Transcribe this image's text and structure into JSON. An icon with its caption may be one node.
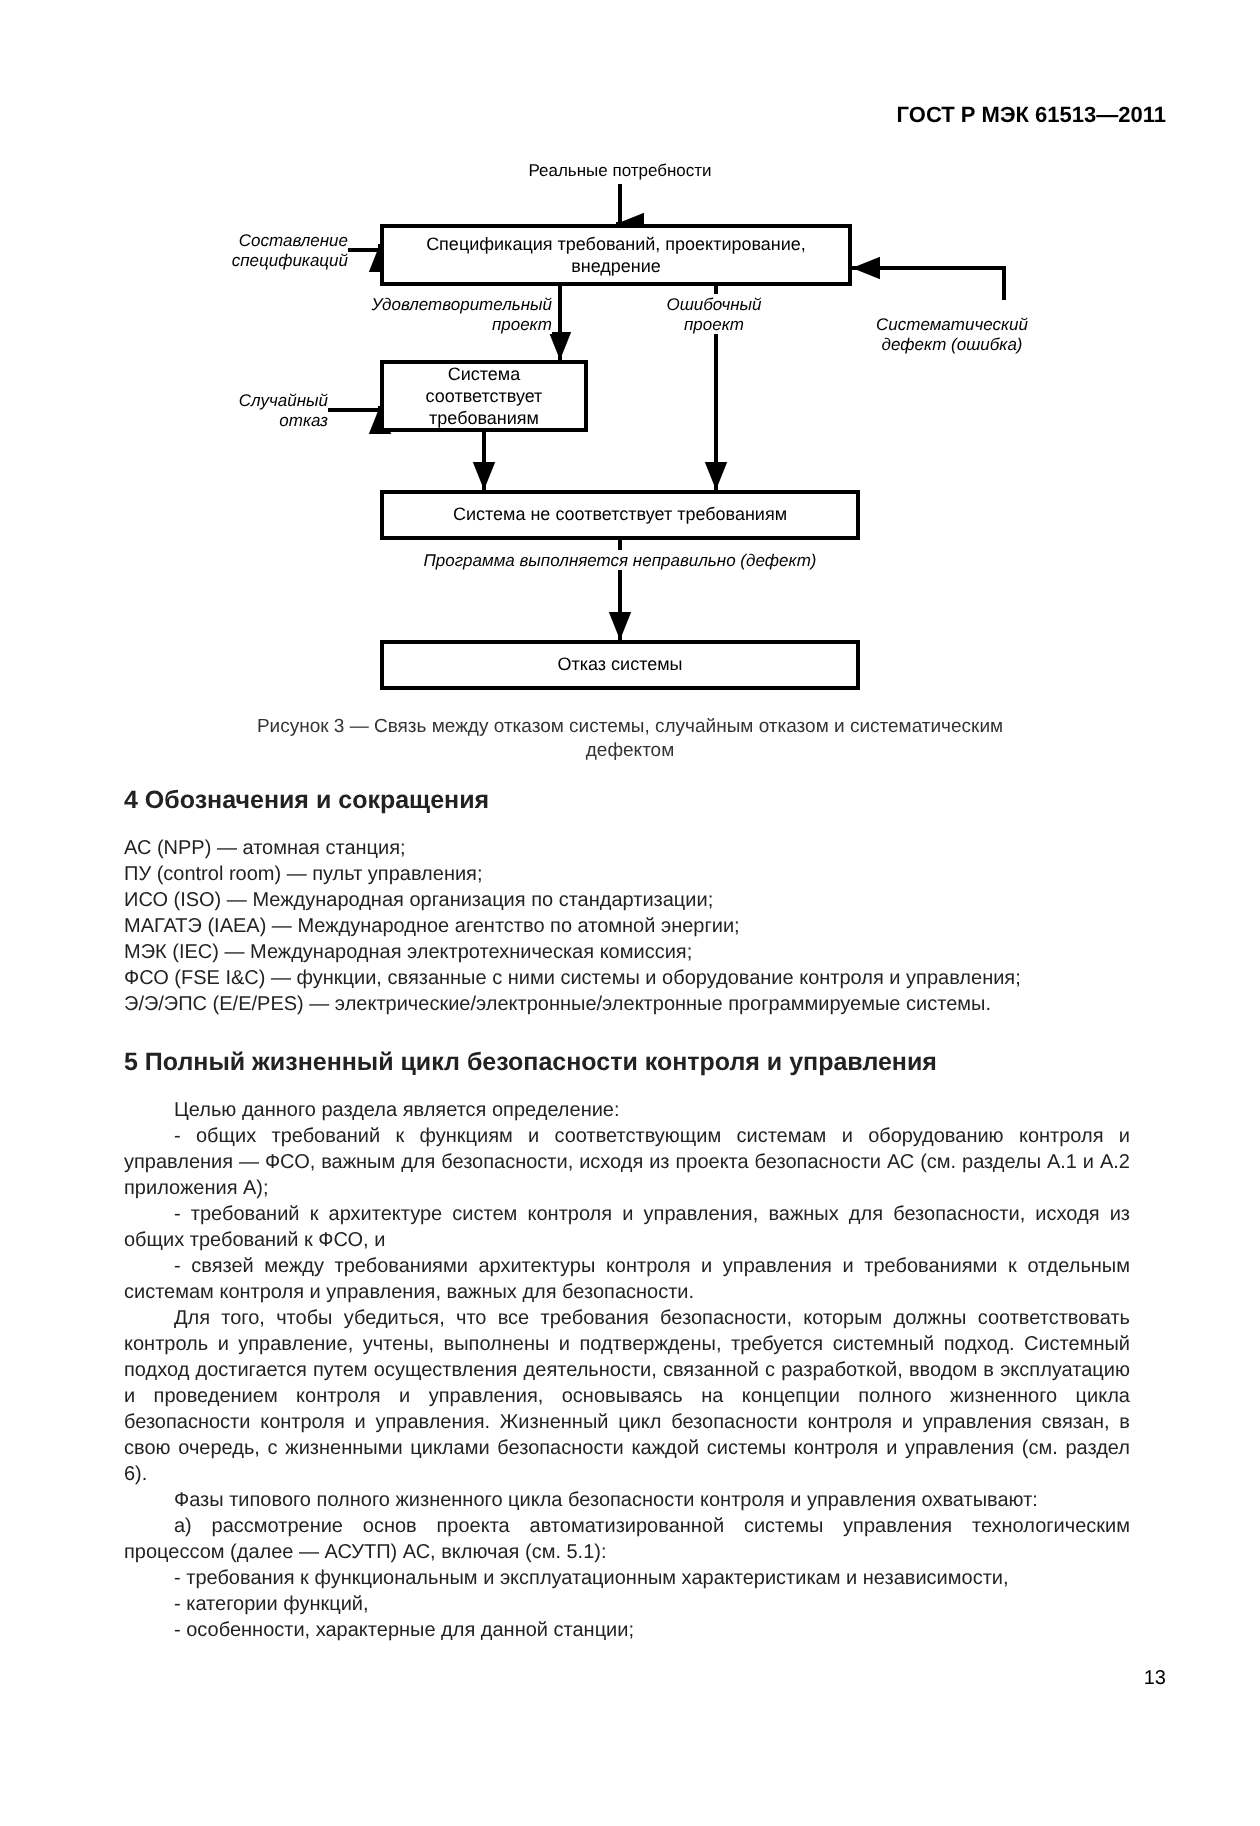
{
  "diagram": {
    "caption": "Рисунок 3 — Связь между отказом системы, случайным отказом и систематическим дефектом",
    "nodes": [
      {
        "text": [
          "Реальные потребности"
        ]
      },
      {
        "text": [
          "Спецификация требований, проектирование, внедрение"
        ]
      },
      {
        "text": [
          "Составление спецификаций"
        ]
      },
      {
        "text": [
          "Систематический дефект (ошибка)"
        ]
      },
      {
        "text": [
          "Система соответствует требованиям"
        ]
      },
      {
        "text": [
          "Случайный отказ"
        ]
      },
      {
        "text": [
          "Система не соответствует требованиям"
        ]
      },
      {
        "text": [
          "Отказ системы"
        ]
      }
    ],
    "edges": [
      {
        "from": 0,
        "to": 1,
        "arrow": "to"
      },
      {
        "from": 2,
        "to": 1,
        "arrow": "to"
      },
      {
        "from": 3,
        "to": 1,
        "arrow": "to"
      },
      {
        "from": 1,
        "to": 4,
        "arrow": "to",
        "label": "Удовлетворительный проект"
      },
      {
        "from": 1,
        "to": 6,
        "arrow": "to",
        "label": "Ошибочный проект"
      },
      {
        "from": 5,
        "to": 4,
        "arrow": "to"
      },
      {
        "from": 4,
        "to": 6,
        "arrow": "to"
      },
      {
        "from": 6,
        "to": 7,
        "arrow": "to",
        "label": "Программа выполняется неправильно (дефект)"
      }
    ],
    "labels": [
      "ГОСТ Р МЭК 61513—2011",
      "4 Обозначения и сокращения",
      "АС (NPP) — атомная станция;",
      "ПУ (control room) — пульт управления;",
      "ИСО (ISO) — Международная организация по стандартизации;",
      "МАГАТЭ (IAEA) — Международное агентство по атомной энергии;",
      "МЭК (IEC) — Международная электротехническая комиссия;",
      "ФСО (FSE I&C) — функции, связанные с ними системы и оборудование контроля и управления;",
      "Э/Э/ЭПС (E/E/PES) — электрические/электронные/электронные программируемые системы.",
      "5 Полный жизненный цикл безопасности контроля и управления",
      "Целью данного раздела является определение:",
      "- общих требований к функциям и соответствующим системам и оборудованию контроля и управления — ФСО, важным для безопасности, исходя из проекта безопасности АС (см. разделы А.1 и А.2 приложения А);",
      "- требований к архитектуре систем контроля и управления, важных для безопасности, исходя из общих требований к ФСО, и",
      "- связей между требованиями архитектуры контроля и управления и требованиями к отдельным системам контроля и управления, важных для безопасности.",
      "Для того, чтобы убедиться, что все требования безопасности, которым должны соответствовать контроль и управление, учтены, выполнены и подтверждены, требуется системный подход. Системный подход достигается путем осуществления деятельности, связанной с разработкой, вводом в эксплуатацию и проведением контроля и управления, основываясь на концепции полного жизненного цикла безопасности контроля и управления. Жизненный цикл безопасности контроля и управления связан, в свою очередь, с жизненными циклами безопасности каждой системы контроля и управления (см. раздел 6).",
      "Фазы типового полного жизненного цикла безопасности контроля и управления охватывают:",
      "а) рассмотрение основ проекта автоматизированной системы управления технологическим процессом (далее — АСУТП) АС, включая (см. 5.1):",
      "- требования к функциональным и эксплуатационным характеристикам и независимости,",
      "- категории функций,",
      "- особенности, характерные для данной станции;",
      "13"
    ]
  }
}
